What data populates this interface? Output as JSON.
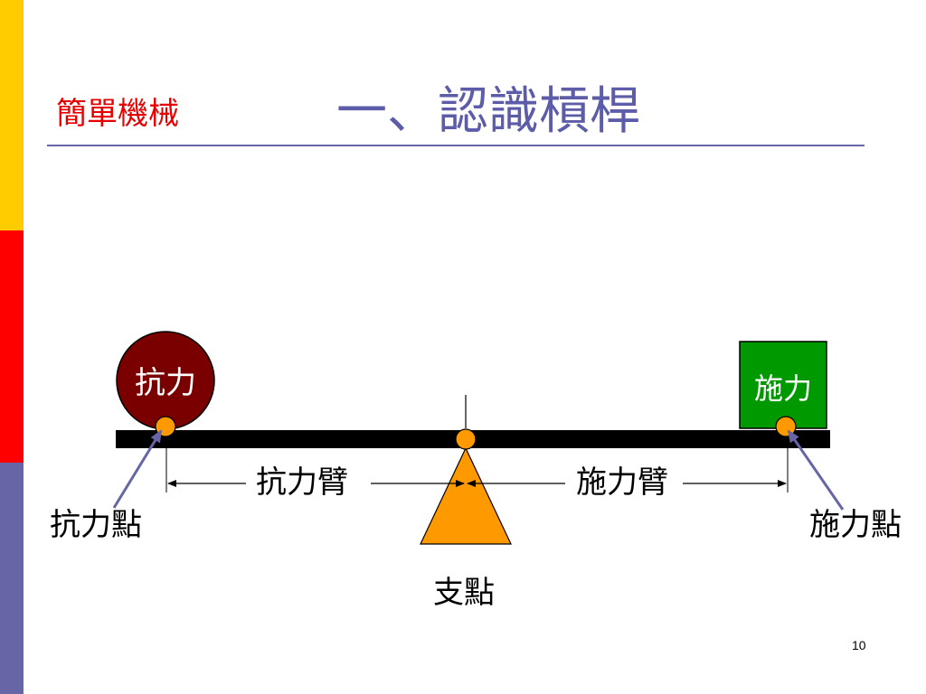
{
  "header": {
    "subject": "簡單機械",
    "title": "一、認識槓桿"
  },
  "diagram": {
    "load_label": "抗力",
    "effort_label": "施力",
    "load_arm_label": "抗力臂",
    "effort_arm_label": "施力臂",
    "load_point_label": "抗力點",
    "effort_point_label": "施力點",
    "fulcrum_label": "支點"
  },
  "footer": {
    "page_number": "10"
  },
  "colors": {
    "load_circle": "#7a0000",
    "effort_box": "#009900",
    "fulcrum": "#ff9900",
    "lever_bar": "#000000",
    "arrow": "#6666a6"
  }
}
